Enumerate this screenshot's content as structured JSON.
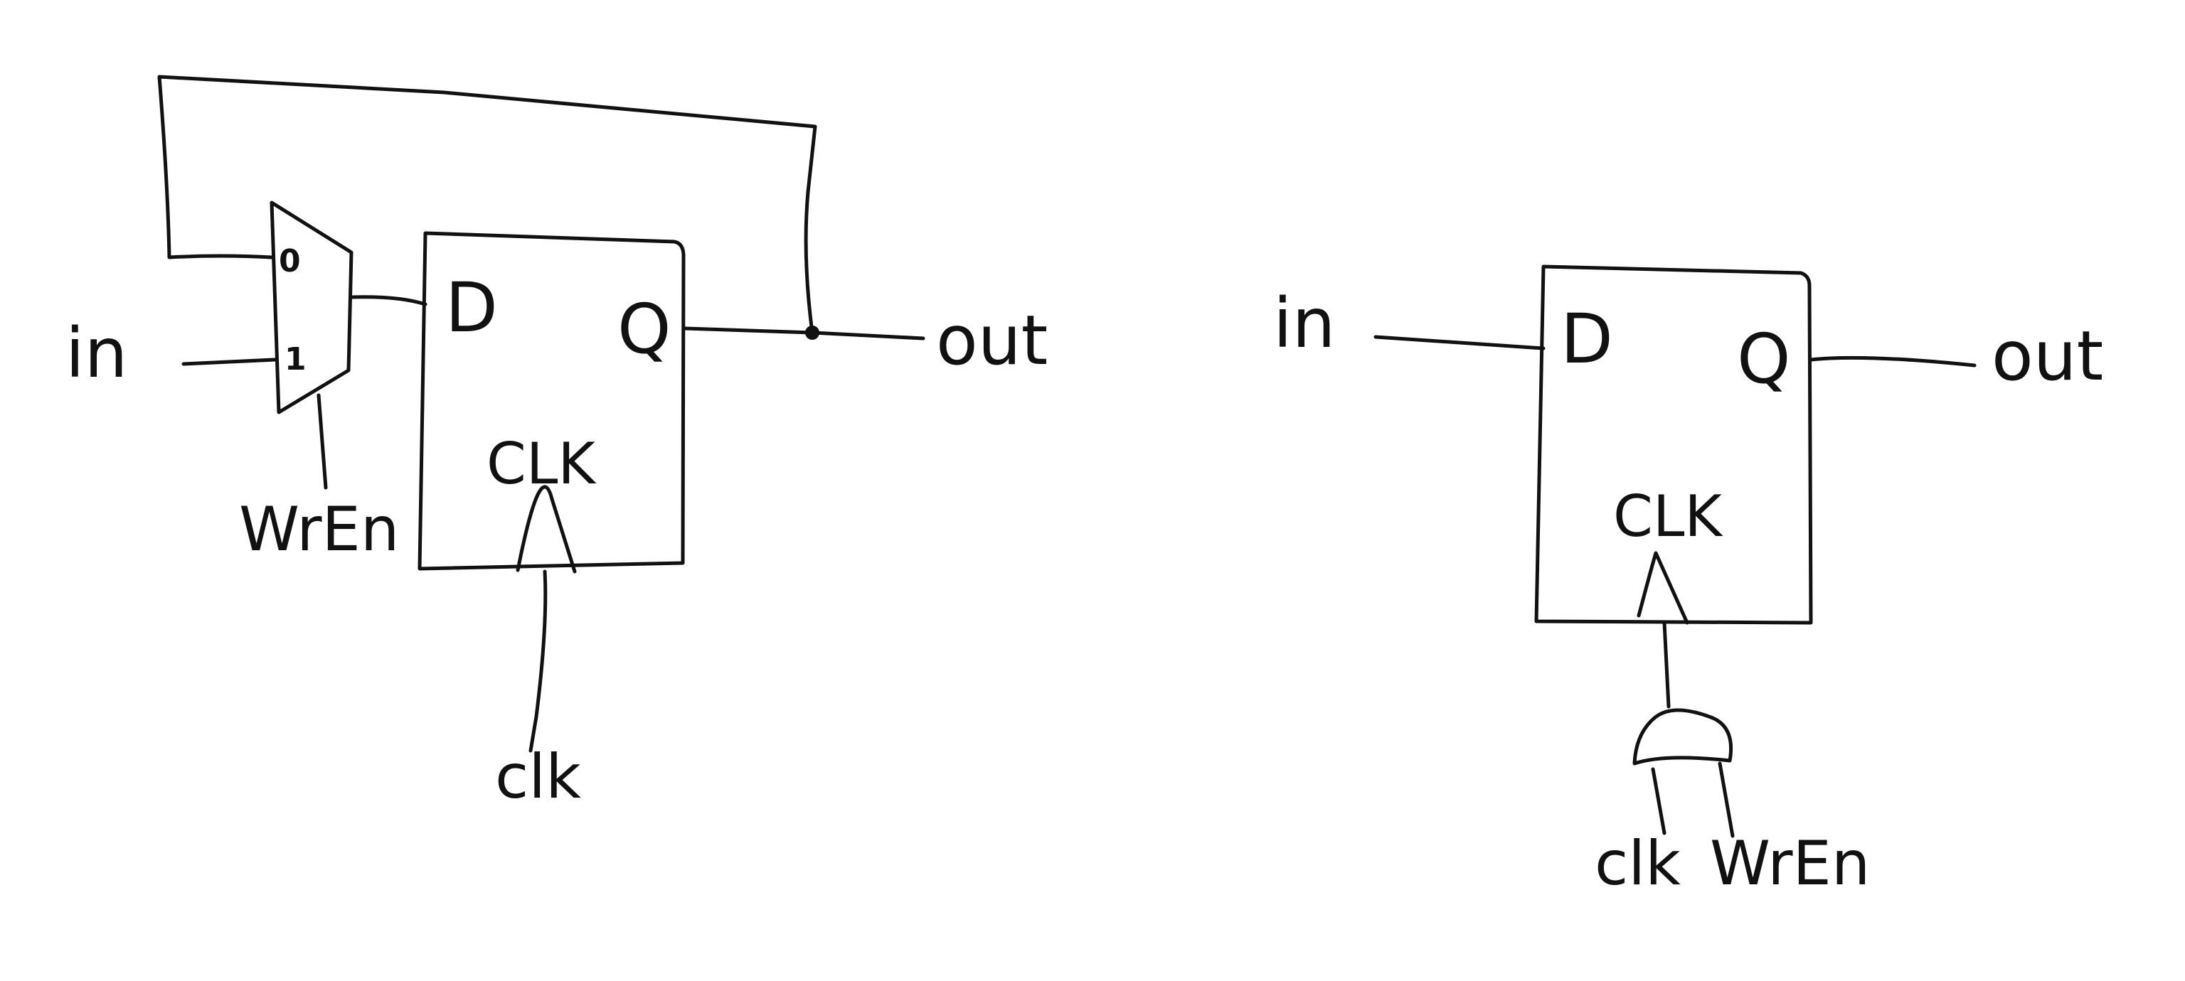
{
  "left_circuit": {
    "input_label": "in",
    "output_label": "out",
    "write_enable_label": "WrEn",
    "clock_label": "clk",
    "mux": {
      "input0_label": "0",
      "input1_label": "1"
    },
    "flip_flop": {
      "d_label": "D",
      "q_label": "Q",
      "clk_label": "CLK"
    }
  },
  "right_circuit": {
    "input_label": "in",
    "output_label": "out",
    "clock_label": "clk",
    "write_enable_label": "WrEn",
    "flip_flop": {
      "d_label": "D",
      "q_label": "Q",
      "clk_label": "CLK"
    },
    "gate": "and-gate"
  }
}
